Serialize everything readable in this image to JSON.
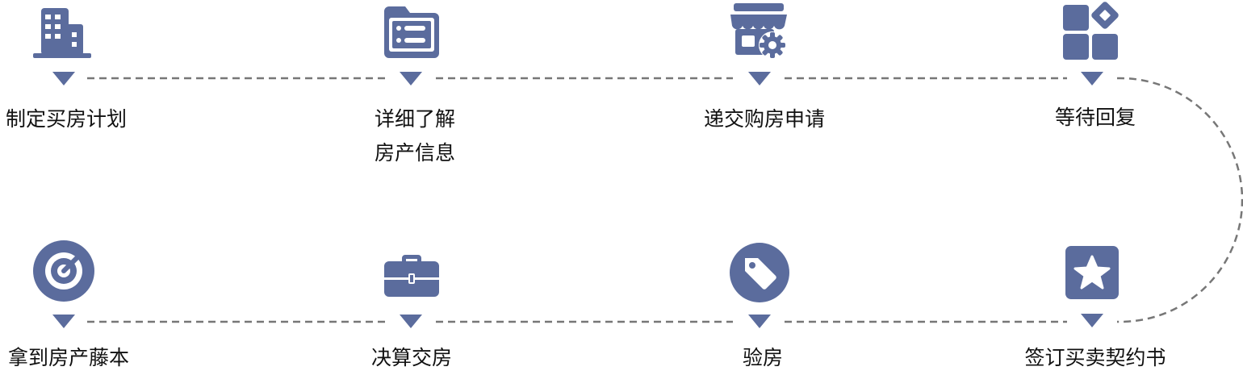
{
  "theme": {
    "accent": "#5b6c9d",
    "line": "#777777",
    "text": "#111111"
  },
  "steps": [
    {
      "label": "制定买房计划",
      "icon": "building-icon"
    },
    {
      "label": "详细了解\n房产信息",
      "icon": "folder-list-icon"
    },
    {
      "label": "递交购房申请",
      "icon": "store-settings-icon"
    },
    {
      "label": "等待回复",
      "icon": "apps-grid-icon"
    },
    {
      "label": "签订买卖契约书",
      "icon": "star-badge-icon"
    },
    {
      "label": "验房",
      "icon": "price-tag-icon"
    },
    {
      "label": "决算交房",
      "icon": "toolbox-icon"
    },
    {
      "label": "拿到房产藤本",
      "icon": "target-arrow-icon"
    }
  ]
}
